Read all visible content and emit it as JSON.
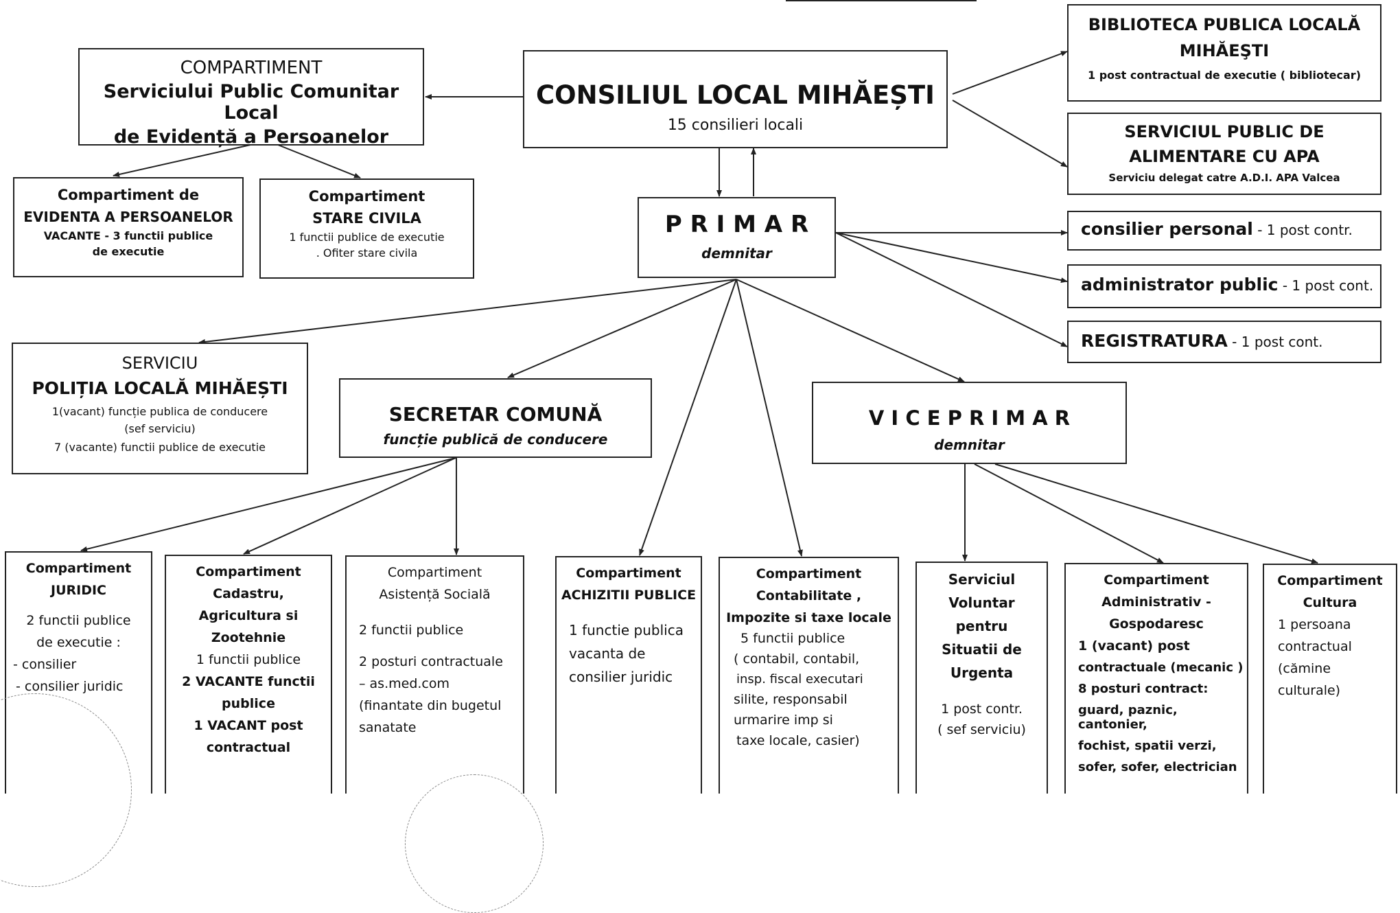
{
  "colors": {
    "line": "#222222",
    "background": "#ffffff"
  },
  "council": {
    "title": "CONSILIUL LOCAL MIHĂEȘTI",
    "subtitle": "15 consilieri locali"
  },
  "evidenta_service": {
    "l1": "COMPARTIMENT",
    "l2": "Serviciului Public Comunitar Local",
    "l3": "de Evidență a Persoanelor"
  },
  "evidenta_comp": {
    "l1": "Compartiment de",
    "l2": "EVIDENTA A PERSOANELOR",
    "l3": "VACANTE - 3 functii publice",
    "l4": "de executie"
  },
  "stare_civila": {
    "l1": "Compartiment",
    "l2": "STARE CIVILA",
    "l3": "1 functii publice de executie",
    "l4": ". Ofiter stare civila"
  },
  "biblioteca": {
    "l1": "BIBLIOTECA PUBLICA LOCALĂ",
    "l2": "MIHĂEŞTI",
    "l3": "1 post contractual de executie ( bibliotecar)"
  },
  "apa": {
    "l1": "SERVICIUL PUBLIC DE",
    "l2": "ALIMENTARE CU APA",
    "l3": "Serviciu delegat catre A.D.I. APA Valcea"
  },
  "primar": {
    "title": "P R I M A R",
    "subtitle": "demnitar"
  },
  "consilier_personal": {
    "name": "consilier personal",
    "note": " - 1 post contr."
  },
  "administrator": {
    "name": "administrator public",
    "note": " - 1 post cont."
  },
  "registratura": {
    "name": "REGISTRATURA",
    "note": " - 1 post cont."
  },
  "politia": {
    "l1": "SERVICIU",
    "l2": "POLIȚIA LOCALĂ MIHĂEȘTI",
    "l3": "1(vacant) funcție publica de conducere",
    "l4": "(sef serviciu)",
    "l5": "7 (vacante) functii publice de executie"
  },
  "secretar": {
    "title": "SECRETAR COMUNĂ",
    "subtitle": "funcție publică de conducere"
  },
  "viceprimar": {
    "title": "V I C E P R I M A R",
    "subtitle": "demnitar"
  },
  "juridic": {
    "l1": "Compartiment",
    "l2": "JURIDIC",
    "l3": "2 functii publice",
    "l4": "de executie :",
    "l5": "- consilier",
    "l6": "- consilier juridic"
  },
  "cadastru": {
    "l1": "Compartiment",
    "l2": "Cadastru,",
    "l3": "Agricultura si",
    "l4": "Zootehnie",
    "l5": "1 functii publice",
    "l6": "2 VACANTE functii",
    "l7": "publice",
    "l8": "1 VACANT post",
    "l9": "contractual"
  },
  "asistenta": {
    "l1": "Compartiment",
    "l2": "Asistență Socială",
    "l3": "2 functii publice",
    "l4": "2 posturi contractuale",
    "l5": "– as.med.com",
    "l6": "(finantate din bugetul",
    "l7": "sanatate"
  },
  "achizitii": {
    "l1": "Compartiment",
    "l2": "ACHIZITII PUBLICE",
    "l3": "1 functie publica",
    "l4": "vacanta de",
    "l5": "consilier juridic"
  },
  "contabilitate": {
    "l1": "Compartiment",
    "l2": "Contabilitate ,",
    "l3": "Impozite si taxe locale",
    "l4": "5 functii publice",
    "l5": "( contabil, contabil,",
    "l6": "insp. fiscal executari",
    "l7": "silite, responsabil",
    "l8": "urmarire imp si",
    "l9": "taxe locale, casier)"
  },
  "svsu": {
    "l1": "Serviciul",
    "l2": "Voluntar",
    "l3": "pentru",
    "l4": "Situatii de",
    "l5": "Urgenta",
    "l6": "1 post contr.",
    "l7": "( sef serviciu)"
  },
  "administrativ": {
    "l1": "Compartiment",
    "l2": "Administrativ -",
    "l3": "Gospodaresc",
    "l4": "1 (vacant) post",
    "l5": "contractuale (mecanic )",
    "l6": "8 posturi contract:",
    "l7": "guard, paznic, cantonier,",
    "l8": "fochist, spatii verzi,",
    "l9": "sofer, sofer, electrician"
  },
  "cultura": {
    "l1": "Compartiment",
    "l2": "Cultura",
    "l3": "1 persoana",
    "l4": "contractual",
    "l5": "(cămine",
    "l6": "culturale)"
  }
}
